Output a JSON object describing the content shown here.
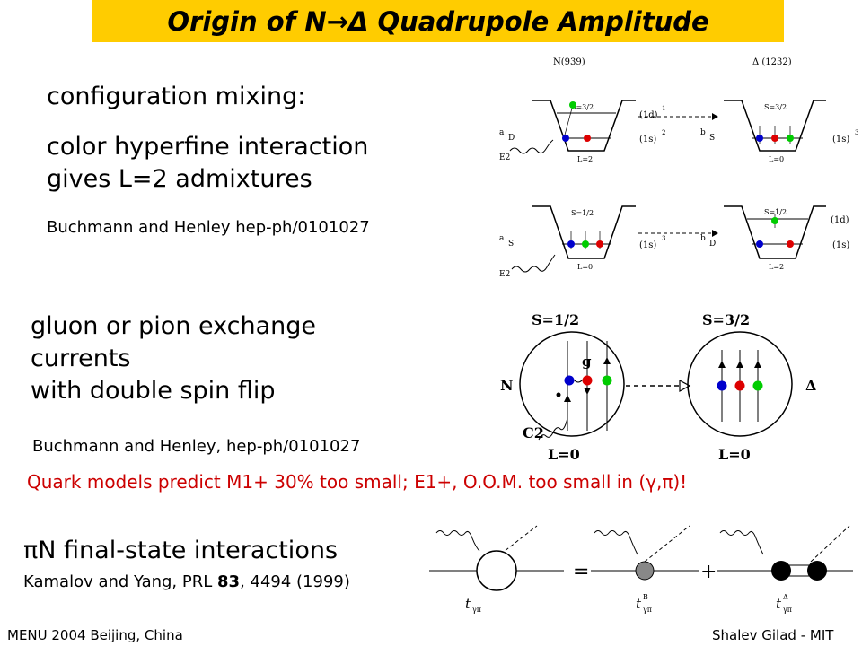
{
  "title": "Origin of N→Δ Quadrupole Amplitude",
  "section1": {
    "heading": "configuration mixing:",
    "line1": "color hyperfine interaction",
    "line2": "gives L=2 admixtures",
    "reference": "Buchmann and Henley hep-ph/0101027"
  },
  "diagram1": {
    "n_label": "N(939)",
    "delta_label": "Δ (1232)",
    "panel_a": {
      "letter": "a",
      "state": "D",
      "spin": "S=3/2",
      "upper": "(1d)",
      "upper_sup": "1",
      "lower": "(1s)",
      "lower_sup": "2",
      "photon": "E2",
      "L": "L=2"
    },
    "panel_b": {
      "letter": "b",
      "state": "S",
      "spin": "S=3/2",
      "lower": "(1s)",
      "lower_sup": "3",
      "L": "L=0"
    },
    "panel_c": {
      "letter": "a",
      "state": "S",
      "spin": "S=1/2",
      "lower": "(1s)",
      "lower_sup": "3",
      "photon": "E2",
      "L": "L=0"
    },
    "panel_d": {
      "letter": "b",
      "state": "D",
      "spin": "S=1/2",
      "upper": "(1d)",
      "lower": "(1s)",
      "L": "L=2"
    }
  },
  "section2": {
    "line1": "gluon or pion exchange",
    "line2": "currents",
    "line3": "with double spin flip",
    "reference": "Buchmann and Henley, hep-ph/0101027"
  },
  "diagram2": {
    "left_spin": "S=1/2",
    "right_spin": "S=3/2",
    "left_L": "L=0",
    "right_L": "L=0",
    "nucleon": "N",
    "delta": "Δ",
    "gluon": "g",
    "photon": "C2"
  },
  "highlight": "Quark models predict M1+ 30% too small; E1+, O.O.M. too small in (γ,π)!",
  "section3": {
    "heading": "πN final-state interactions",
    "reference_pre": "Kamalov and Yang, PRL ",
    "reference_bold": "83",
    "reference_post": ", 4494 (1999)"
  },
  "diagram3": {
    "t1": "t",
    "t1_sub": "γπ",
    "equals": "=",
    "t2": "t",
    "t2_sup": "B",
    "t2_sub": "γπ",
    "plus": "+",
    "t3": "t",
    "t3_sup": "Δ",
    "t3_sub": "γπ"
  },
  "footer": {
    "left": "MENU 2004 Beijing, China",
    "right": "Shalev Gilad - MIT"
  },
  "colors": {
    "title_bg": "#ffcc00",
    "highlight_text": "#cc0000",
    "quark_blue": "#0000cc",
    "quark_red": "#dd0000",
    "quark_green": "#00cc00"
  }
}
